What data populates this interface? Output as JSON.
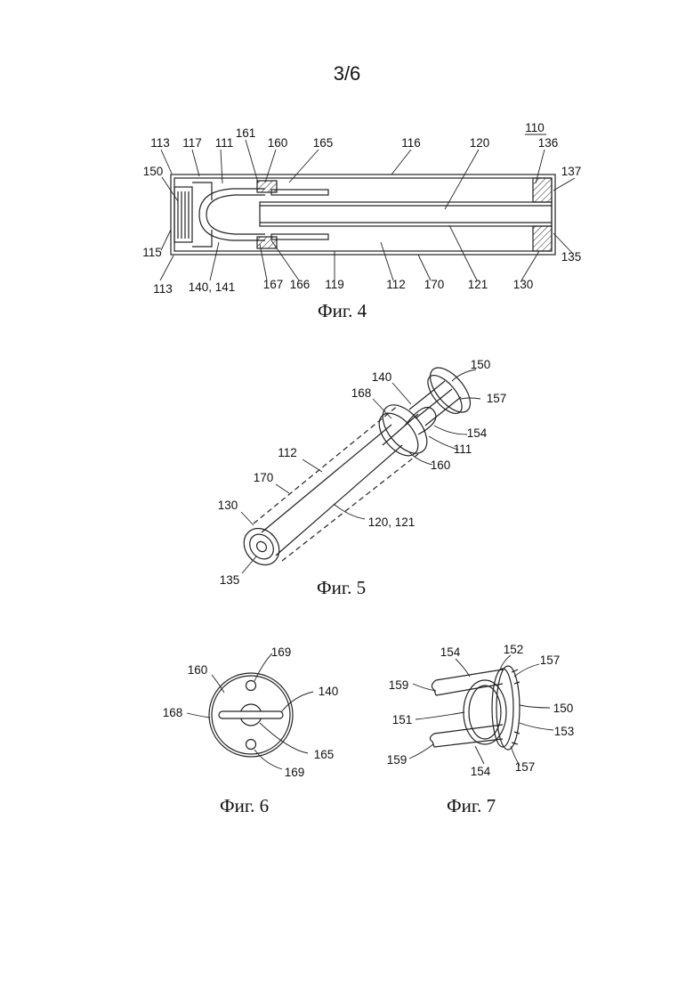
{
  "page": {
    "number": "3/6"
  },
  "figures": [
    {
      "caption": "Фиг. 4",
      "device_ref": "110",
      "labels": [
        "113",
        "117",
        "111",
        "161",
        "160",
        "165",
        "116",
        "120",
        "136",
        "137",
        "150",
        "115",
        "113",
        "140, 141",
        "167",
        "166",
        "119",
        "112",
        "170",
        "121",
        "130",
        "135"
      ]
    },
    {
      "caption": "Фиг. 5",
      "labels": [
        "150",
        "140",
        "157",
        "168",
        "154",
        "111",
        "160",
        "112",
        "170",
        "130",
        "120, 121",
        "135"
      ]
    },
    {
      "caption": "Фиг. 6",
      "labels": [
        "169",
        "160",
        "140",
        "168",
        "165",
        "169"
      ]
    },
    {
      "caption": "Фиг. 7",
      "labels": [
        "154",
        "152",
        "157",
        "159",
        "150",
        "151",
        "153",
        "159",
        "154",
        "157"
      ]
    }
  ]
}
